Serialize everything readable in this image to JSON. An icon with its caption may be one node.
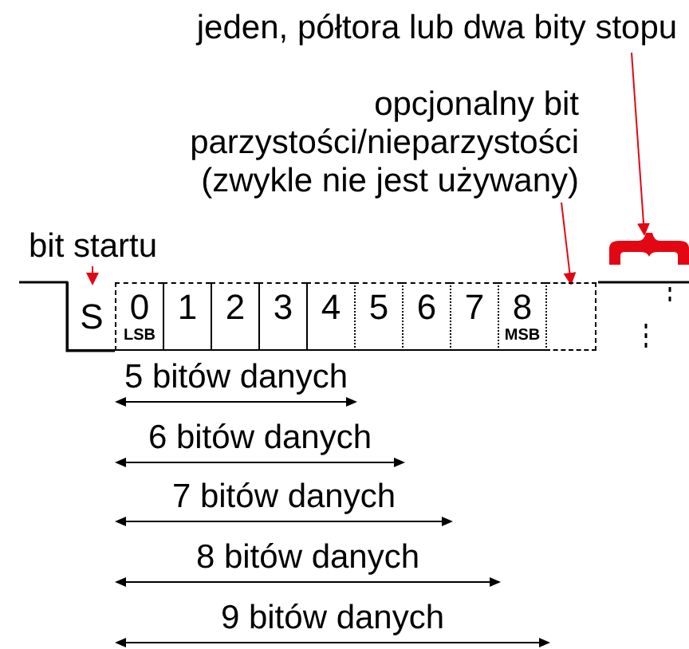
{
  "diagram": {
    "nodes": [
      {
        "text": [
          "jeden, półtora lub dwa bity stopu"
        ]
      },
      {
        "text": [
          "opcjonalny bit parzystości/nieparzystości (zwykle nie jest używany)"
        ]
      },
      {
        "text": [
          "bit startu"
        ]
      },
      {
        "text": [
          "S"
        ]
      },
      {
        "text": [
          "0",
          "LSB"
        ]
      },
      {
        "text": [
          "1"
        ]
      },
      {
        "text": [
          "2"
        ]
      },
      {
        "text": [
          "3"
        ]
      },
      {
        "text": [
          "4"
        ]
      },
      {
        "text": [
          "5"
        ]
      },
      {
        "text": [
          "6"
        ]
      },
      {
        "text": [
          "7"
        ]
      },
      {
        "text": [
          "8",
          "MSB"
        ]
      },
      {
        "text": [],
        "shape": "box"
      },
      {
        "text": [],
        "shape": "brace"
      }
    ],
    "edges": [
      {
        "from": 0,
        "to": 14,
        "arrow": "to"
      },
      {
        "from": 1,
        "to": 13,
        "arrow": "to"
      },
      {
        "from": 2,
        "to": 3,
        "arrow": "to"
      }
    ],
    "labels": [
      "5 bitów danych",
      "6 bitów danych",
      "7 bitów danych",
      "8 bitów danych",
      "9 bitów danych"
    ]
  }
}
